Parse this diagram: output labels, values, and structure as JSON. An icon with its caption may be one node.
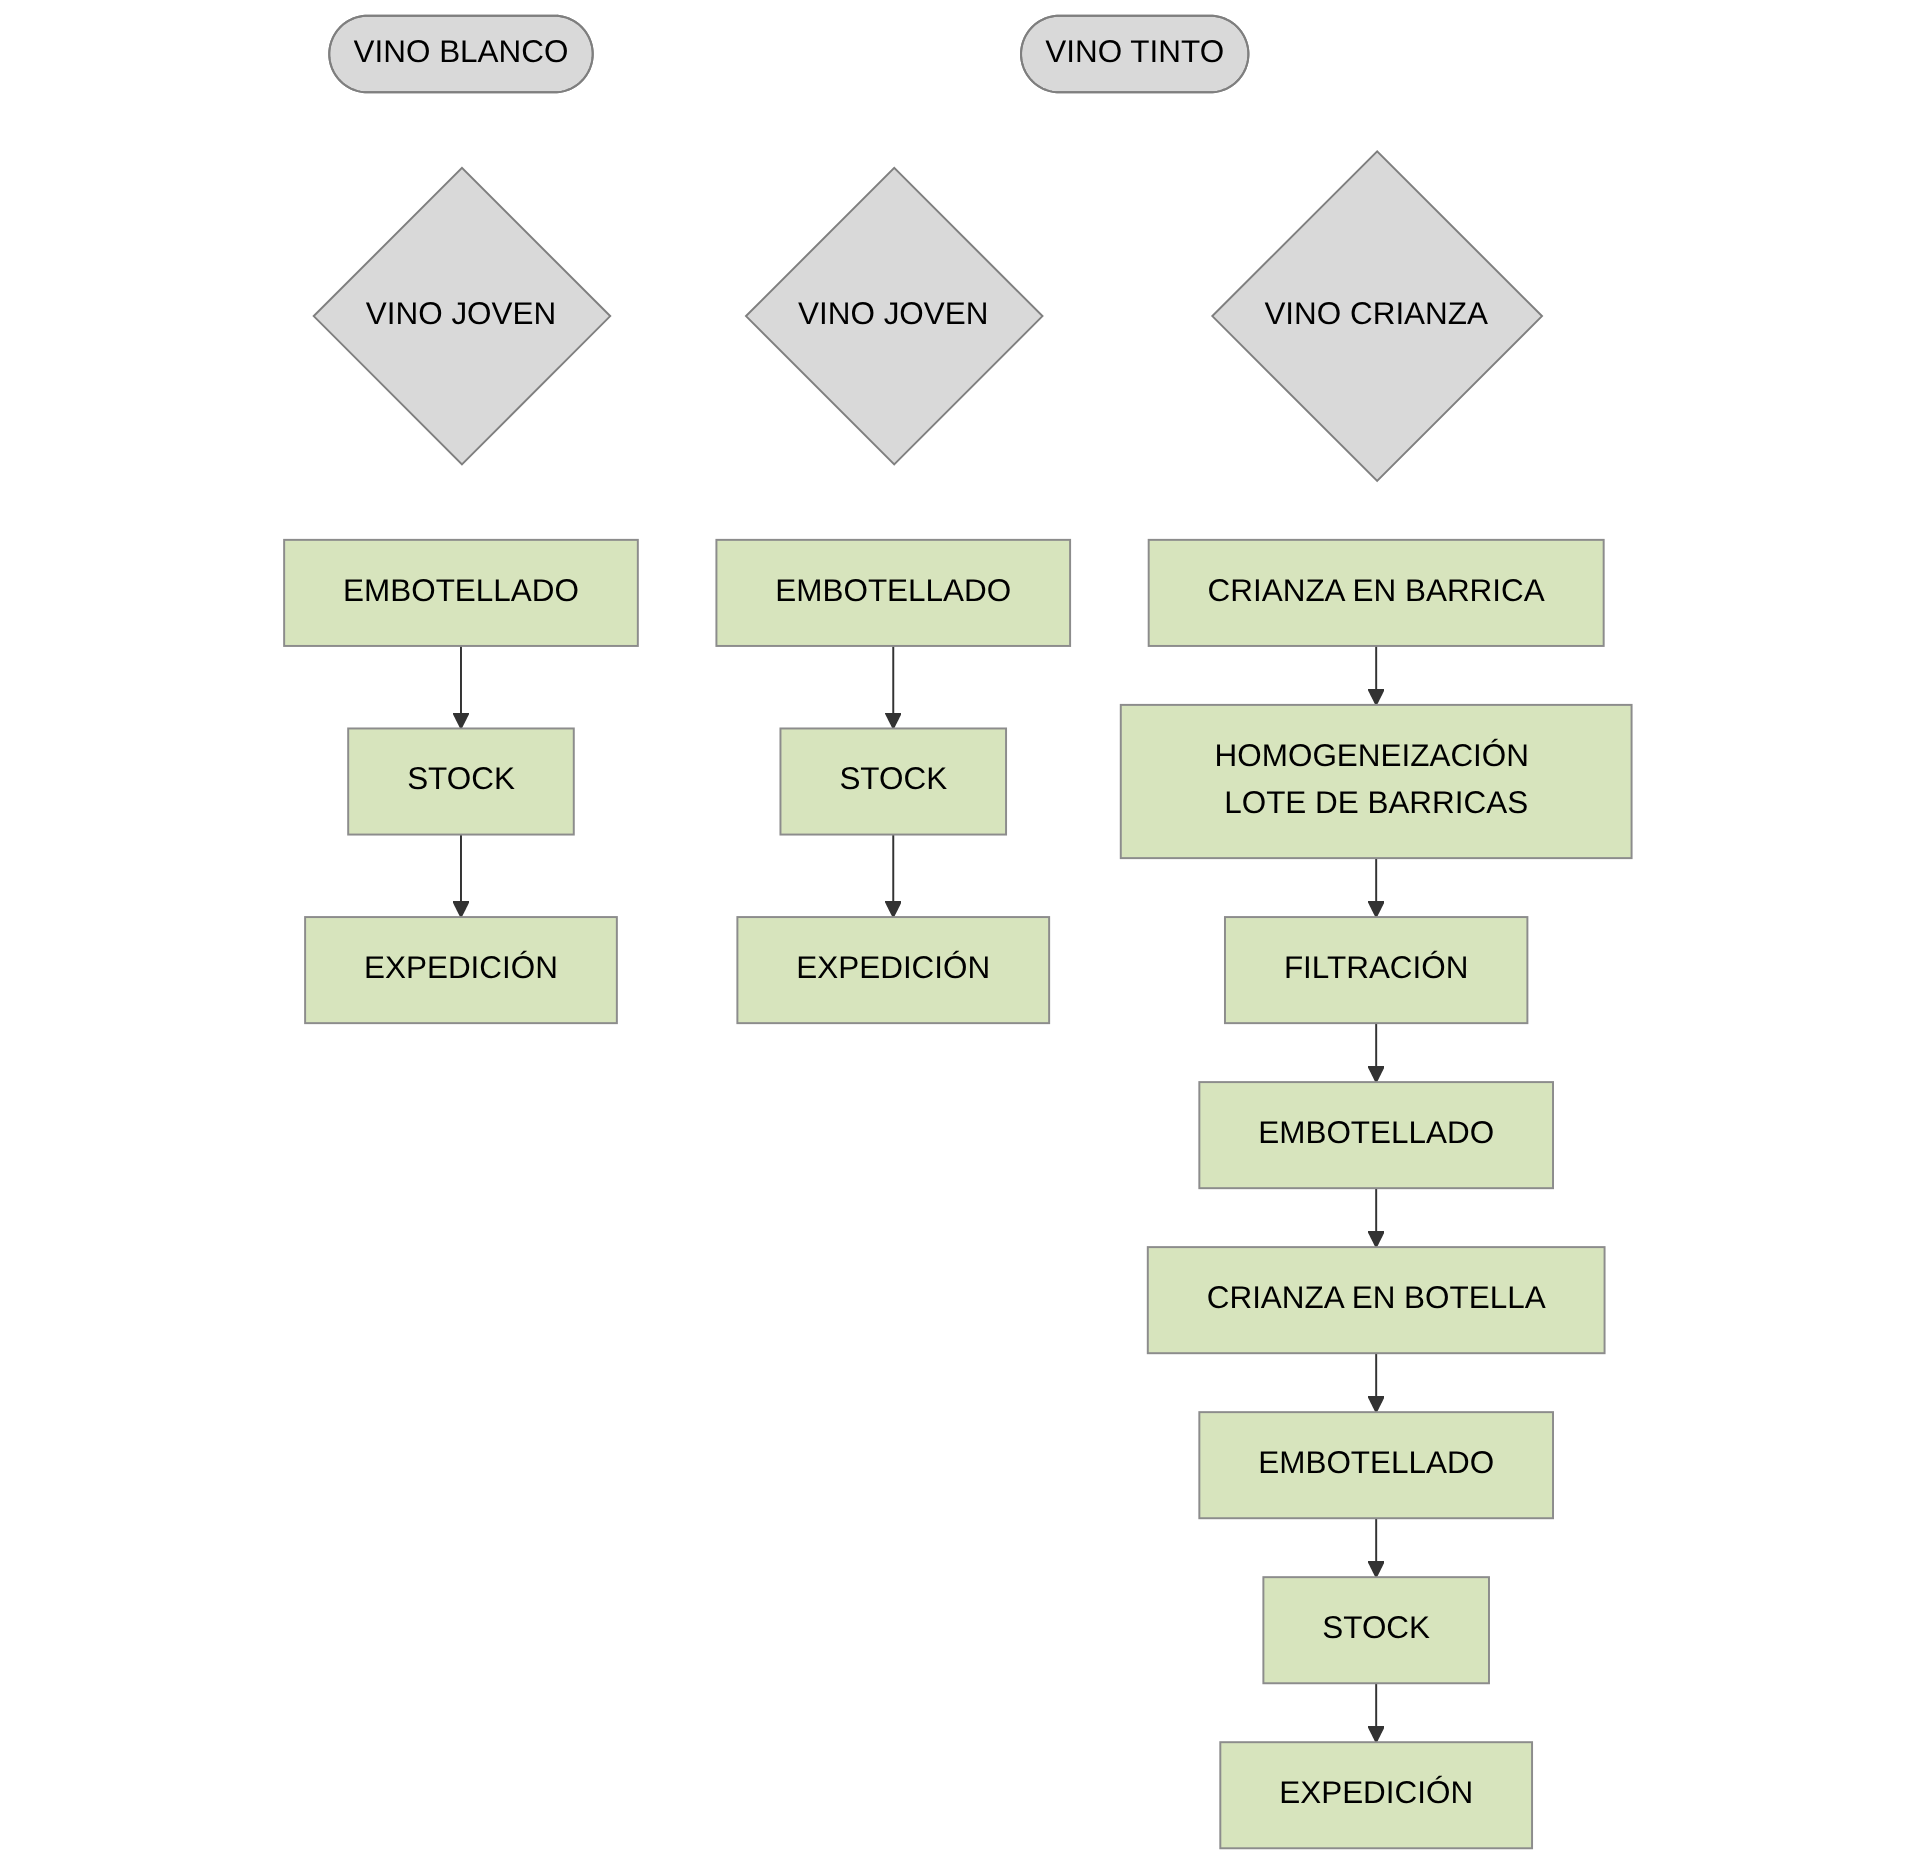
{
  "diagram": {
    "nodes": [
      {
        "text": [
          "VINO BLANCO"
        ]
      },
      {
        "text": [
          "VINO TINTO"
        ]
      },
      {
        "text": [
          "VINO JOVEN"
        ]
      },
      {
        "text": [
          "VINO JOVEN"
        ]
      },
      {
        "text": [
          "VINO CRIANZA"
        ]
      },
      {
        "text": [
          "EMBOTELLADO"
        ]
      },
      {
        "text": [
          "STOCK"
        ]
      },
      {
        "text": [
          "EXPEDICIÓN"
        ]
      },
      {
        "text": [
          "EMBOTELLADO"
        ]
      },
      {
        "text": [
          "STOCK"
        ]
      },
      {
        "text": [
          "EXPEDICIÓN"
        ]
      },
      {
        "text": [
          "CRIANZA EN BARRICA"
        ]
      },
      {
        "text": [
          "HOMOGENEIZACIÓN LOTE DE BARRICAS"
        ]
      },
      {
        "text": [
          "FILTRACIÓN"
        ]
      },
      {
        "text": [
          "EMBOTELLADO"
        ]
      },
      {
        "text": [
          "CRIANZA EN BOTELLA"
        ]
      },
      {
        "text": [
          "EMBOTELLADO"
        ]
      },
      {
        "text": [
          "STOCK"
        ]
      },
      {
        "text": [
          "EXPEDICIÓN"
        ]
      }
    ],
    "edges": [
      {
        "from": 5,
        "to": 6,
        "arrow": "to"
      },
      {
        "from": 6,
        "to": 7,
        "arrow": "to"
      },
      {
        "from": 8,
        "to": 9,
        "arrow": "to"
      },
      {
        "from": 9,
        "to": 10,
        "arrow": "to"
      },
      {
        "from": 11,
        "to": 12,
        "arrow": "to"
      },
      {
        "from": 12,
        "to": 13,
        "arrow": "to"
      },
      {
        "from": 13,
        "to": 14,
        "arrow": "to"
      },
      {
        "from": 14,
        "to": 15,
        "arrow": "to"
      },
      {
        "from": 15,
        "to": 16,
        "arrow": "to"
      },
      {
        "from": 16,
        "to": 17,
        "arrow": "to"
      },
      {
        "from": 17,
        "to": 18,
        "arrow": "to"
      }
    ]
  }
}
